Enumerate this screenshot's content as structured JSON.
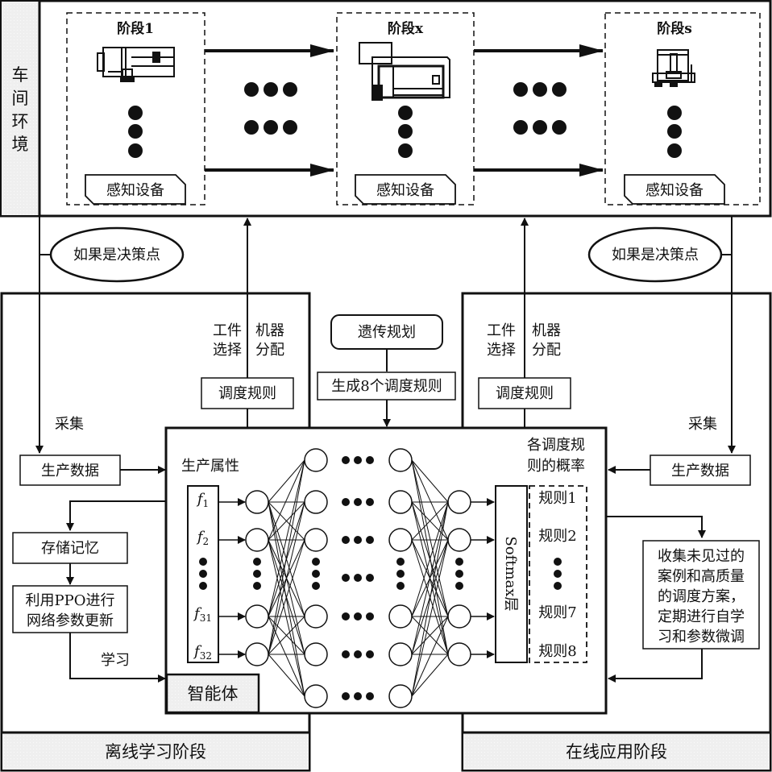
{
  "workshop": {
    "side_label": [
      "车",
      "间",
      "环",
      "境"
    ],
    "stages": [
      {
        "title": "阶段1",
        "sensor": "感知设备",
        "machine_icon": "machine-stage1-icon"
      },
      {
        "title": "阶段x",
        "sensor": "感知设备",
        "machine_icon": "machine-stagex-icon"
      },
      {
        "title": "阶段s",
        "sensor": "感知设备",
        "machine_icon": "machine-stages-icon"
      }
    ]
  },
  "decision_point": {
    "left": "如果是决策点",
    "right": "如果是决策点"
  },
  "offline": {
    "phase_label": "离线学习阶段",
    "job_select": [
      "工件",
      "选择"
    ],
    "machine_assign": [
      "机器",
      "分配"
    ],
    "dispatch_rule": "调度规则",
    "collect": "采集",
    "production_data": "生产数据",
    "store_memory": "存储记忆",
    "ppo_update": [
      "利用PPO进行",
      "网络参数更新"
    ],
    "learn": "学习"
  },
  "online": {
    "phase_label": "在线应用阶段",
    "job_select": [
      "工件",
      "选择"
    ],
    "machine_assign": [
      "机器",
      "分配"
    ],
    "dispatch_rule": "调度规则",
    "collect": "采集",
    "production_data": "生产数据",
    "self_learning": [
      "收集未见过的",
      "案例和高质量",
      "的调度方案，",
      "定期进行自学",
      "习和参数微调"
    ]
  },
  "center": {
    "genetic_programming": "遗传规划",
    "generate_rules": "生成8个调度规则"
  },
  "agent": {
    "label": "智能体",
    "input_title": "生产属性",
    "features": [
      {
        "base": "f",
        "sub": "1"
      },
      {
        "base": "f",
        "sub": "2"
      },
      {
        "base": "f",
        "sub": "31"
      },
      {
        "base": "f",
        "sub": "32"
      }
    ],
    "output_title": [
      "各调度规",
      "则的概率"
    ],
    "softmax_label": "Softmax层",
    "rules": [
      "规则1",
      "规则2",
      "规则7",
      "规则8"
    ]
  },
  "colors": {
    "line": "#111111",
    "panel_fill": "#efefef",
    "background": "#ffffff"
  }
}
